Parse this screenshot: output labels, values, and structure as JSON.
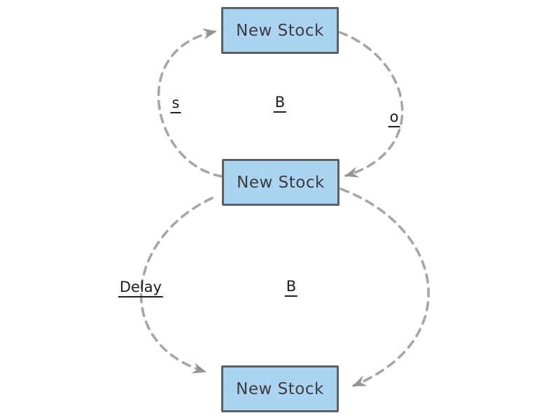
{
  "diagram": {
    "nodes": [
      {
        "label": "New Stock"
      },
      {
        "label": "New Stock"
      },
      {
        "label": "New Stock"
      }
    ],
    "labels": {
      "polarity_s": "s",
      "loop_b_top": "B",
      "polarity_o": "o",
      "delay": "Delay",
      "loop_b_bottom": "B"
    },
    "colors": {
      "node_fill": "#abd3f2",
      "node_border": "#595f64",
      "node_text": "#3d3d3d",
      "edge": "#a6a6a6",
      "arrowhead": "#949494",
      "label_text": "#1c1c1c",
      "background": "#ffffff"
    }
  }
}
